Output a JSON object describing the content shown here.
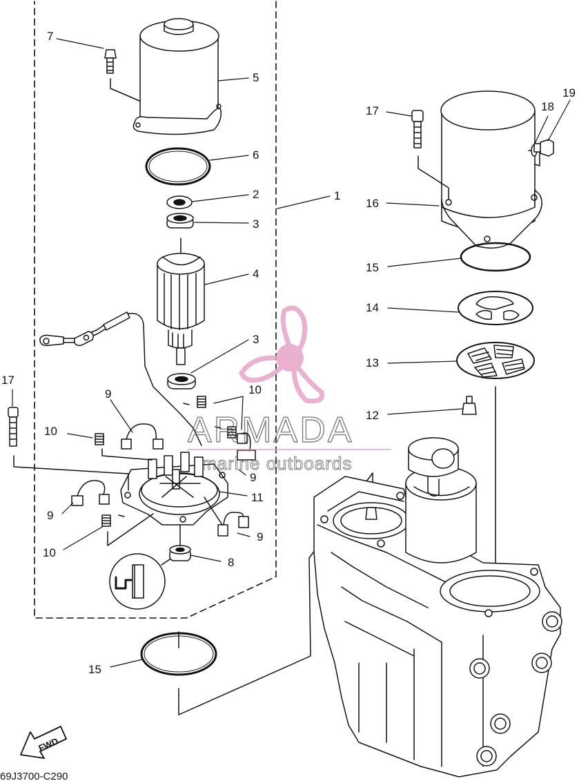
{
  "watermark": {
    "brand": "ARMADA",
    "tagline": "marine outboards",
    "accent_color": "#e6a3c8",
    "text_color": "#555555"
  },
  "diagram_code": "69J3700-C290",
  "direction_label": "FWD",
  "callouts": [
    {
      "id": "c1",
      "text": "1"
    },
    {
      "id": "c2",
      "text": "2"
    },
    {
      "id": "c3a",
      "text": "3"
    },
    {
      "id": "c3b",
      "text": "3"
    },
    {
      "id": "c4",
      "text": "4"
    },
    {
      "id": "c5",
      "text": "5"
    },
    {
      "id": "c6",
      "text": "6"
    },
    {
      "id": "c7",
      "text": "7"
    },
    {
      "id": "c8",
      "text": "8"
    },
    {
      "id": "c9a",
      "text": "9"
    },
    {
      "id": "c9b",
      "text": "9"
    },
    {
      "id": "c9c",
      "text": "9"
    },
    {
      "id": "c9d",
      "text": "9"
    },
    {
      "id": "c10a",
      "text": "10"
    },
    {
      "id": "c10b",
      "text": "10"
    },
    {
      "id": "c10c",
      "text": "10"
    },
    {
      "id": "c11",
      "text": "11"
    },
    {
      "id": "c12",
      "text": "12"
    },
    {
      "id": "c13",
      "text": "13"
    },
    {
      "id": "c14",
      "text": "14"
    },
    {
      "id": "c15a",
      "text": "15"
    },
    {
      "id": "c15b",
      "text": "15"
    },
    {
      "id": "c16",
      "text": "16"
    },
    {
      "id": "c17a",
      "text": "17"
    },
    {
      "id": "c17b",
      "text": "17"
    },
    {
      "id": "c18",
      "text": "18"
    },
    {
      "id": "c19",
      "text": "19"
    }
  ]
}
